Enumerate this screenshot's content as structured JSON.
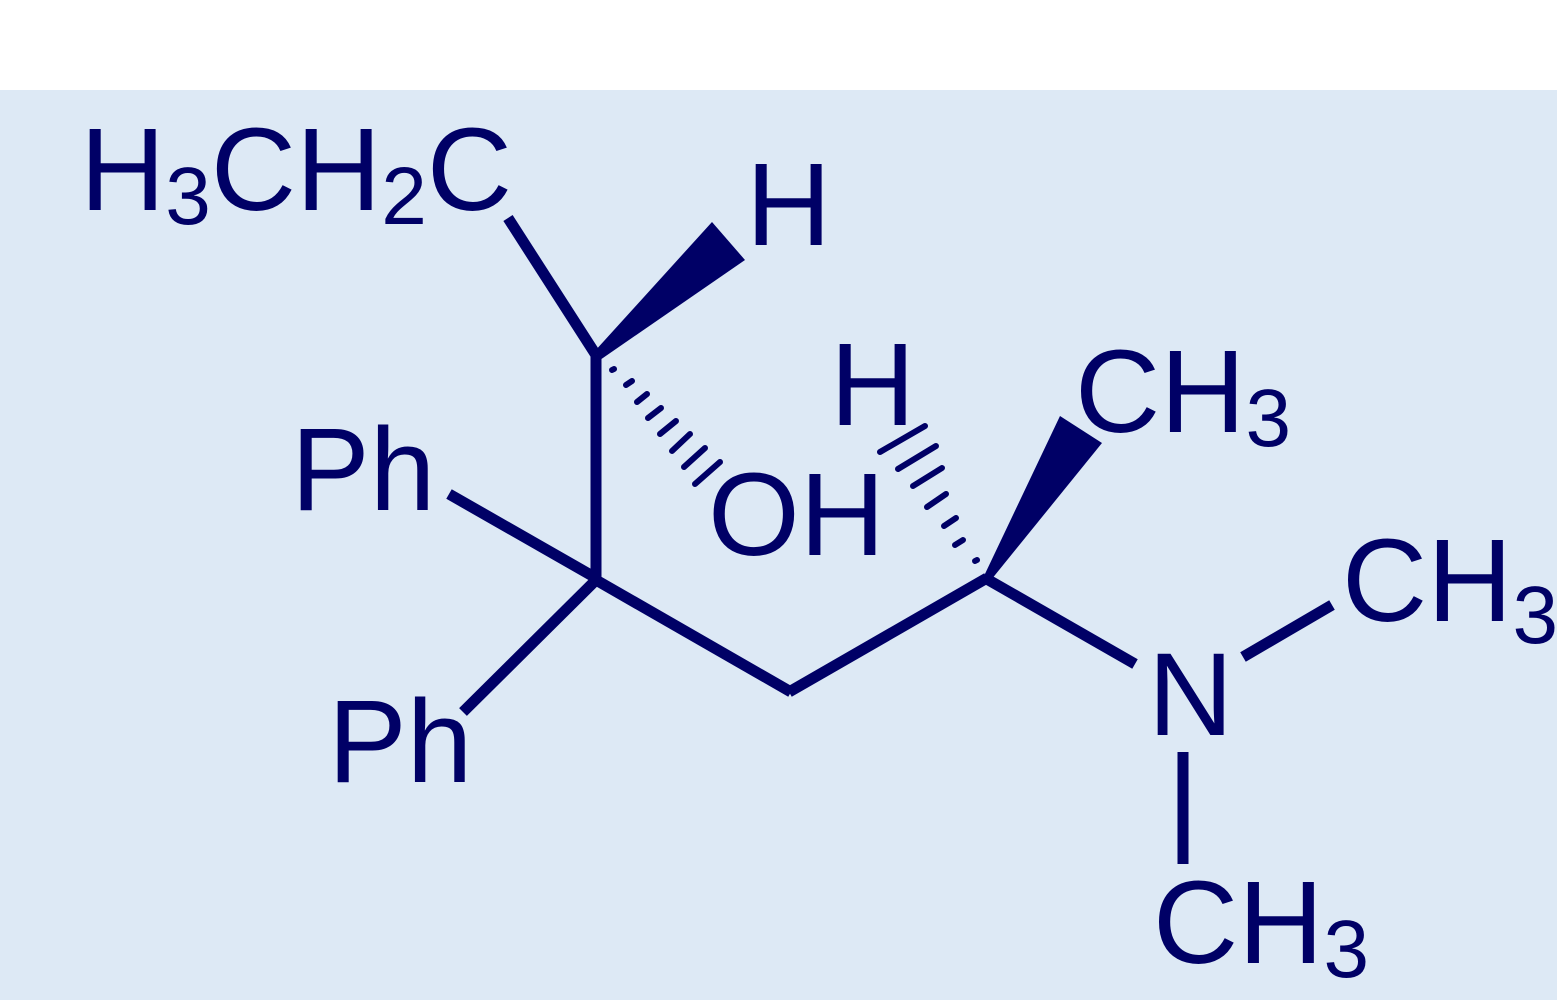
{
  "colors": {
    "background": "#ffffff",
    "panel": "#dde9f5",
    "ink": "#000066"
  },
  "molecule": {
    "atoms": {
      "ethyl": {
        "main1": "H",
        "sub1": "3",
        "main2": "CH",
        "sub2": "2",
        "main3": "C"
      },
      "h_top": "H",
      "oh": "OH",
      "h_mid": "H",
      "ch3_top": {
        "main": "CH",
        "sub": "3"
      },
      "ph_upper": "Ph",
      "ph_lower": "Ph",
      "n": "N",
      "ch3_right": {
        "main": "CH",
        "sub": "3"
      },
      "ch3_bottom": {
        "main": "CH",
        "sub": "3"
      }
    },
    "bonds": [
      {
        "from": "C1",
        "to": "ethyl",
        "type": "single"
      },
      {
        "from": "C1",
        "to": "H_top",
        "type": "wedge"
      },
      {
        "from": "C1",
        "to": "OH",
        "type": "hash"
      },
      {
        "from": "C1",
        "to": "C2",
        "type": "single"
      },
      {
        "from": "C2",
        "to": "Ph_upper",
        "type": "single"
      },
      {
        "from": "C2",
        "to": "Ph_lower",
        "type": "single"
      },
      {
        "from": "C2",
        "to": "CH2",
        "type": "single"
      },
      {
        "from": "CH2",
        "to": "C3",
        "type": "single"
      },
      {
        "from": "C3",
        "to": "H_mid",
        "type": "hash"
      },
      {
        "from": "C3",
        "to": "CH3_top",
        "type": "wedge"
      },
      {
        "from": "C3",
        "to": "N",
        "type": "single"
      },
      {
        "from": "N",
        "to": "CH3_right",
        "type": "single"
      },
      {
        "from": "N",
        "to": "CH3_bottom",
        "type": "single"
      }
    ]
  }
}
